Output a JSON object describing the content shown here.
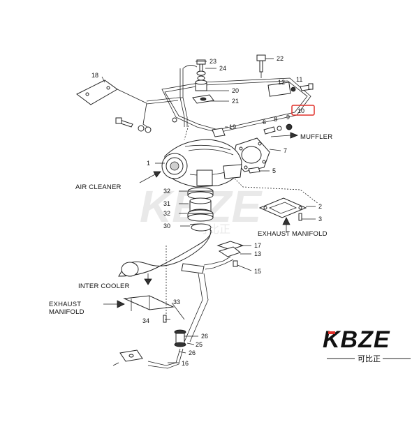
{
  "diagram": {
    "labels": {
      "muffler": "MUFFLER",
      "air_cleaner": "AIR CLEANER",
      "exhaust_manifold": "EXHAUST MANIFOLD",
      "inter_cooler": "INTER COOLER",
      "exhaust_manifold_left_line1": "EXHAUST",
      "exhaust_manifold_left_line2": "MANIFOLD"
    },
    "callouts": {
      "n1": "1",
      "n2": "2",
      "n3": "3",
      "n5": "5",
      "n6": "6",
      "n7": "7",
      "n8": "8",
      "n9": "9",
      "n10": "10",
      "n11": "11",
      "n12": "12",
      "n13": "13",
      "n15": "15",
      "n16": "16",
      "n17": "17",
      "n18": "18",
      "n19": "19",
      "n20": "20",
      "n21": "21",
      "n22": "22",
      "n23": "23",
      "n24": "24",
      "n25": "25",
      "n26a": "26",
      "n26b": "26",
      "n30": "30",
      "n31": "31",
      "n32a": "32",
      "n32b": "32",
      "n33": "33",
      "n34": "34"
    },
    "highlight_color": "#e0302a"
  },
  "watermark": {
    "latin": "KBZE",
    "cjk": "可比正"
  },
  "logo": {
    "latin": "KBZE",
    "cjk": "可比正",
    "accent": "#e0302a"
  }
}
